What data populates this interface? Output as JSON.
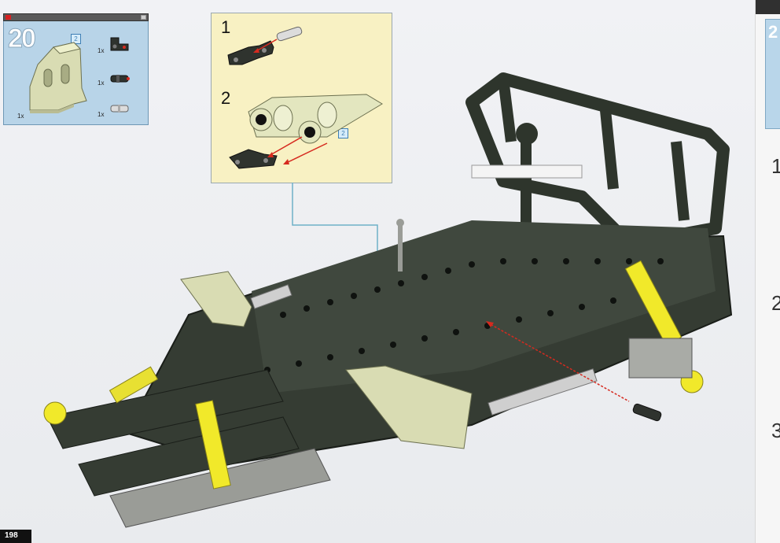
{
  "page": {
    "number": "198"
  },
  "parts_list": {
    "title": "",
    "step": "20",
    "panel_quantity": "1x",
    "panel_badge": "2",
    "items": [
      {
        "qty": "1x",
        "icon": "angle-connector-icon"
      },
      {
        "qty": "1x",
        "icon": "axle-pin-icon"
      },
      {
        "qty": "1x",
        "icon": "friction-pin-icon"
      }
    ]
  },
  "sub_assembly": {
    "steps": [
      "1",
      "2"
    ],
    "badge": "2"
  },
  "next_page": {
    "mini_step": "2",
    "steps": [
      "1",
      "2",
      "3"
    ]
  },
  "colors": {
    "parts_box_bg": "#b8d4e8",
    "sub_box_bg": "#f8f1c3",
    "frame_dark": "#2e352c",
    "beige_part": "#d9dcb3",
    "yellow": "#f1e92a",
    "arrow_red": "#d62a1f"
  }
}
